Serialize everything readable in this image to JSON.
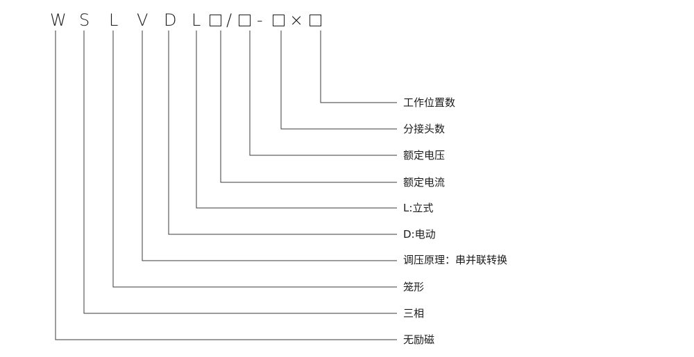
{
  "model_code": {
    "letters": [
      "W",
      "S",
      "L",
      "V",
      "D",
      "L"
    ],
    "separators": {
      "slash": "/",
      "dash": "-",
      "times": "×"
    }
  },
  "descriptions": [
    {
      "id": "working-positions",
      "label": "工作位置数"
    },
    {
      "id": "taps",
      "label": "分接头数"
    },
    {
      "id": "rated-voltage",
      "label": "额定电压"
    },
    {
      "id": "rated-current",
      "label": "额定电流"
    },
    {
      "id": "vertical",
      "label": "L:立式"
    },
    {
      "id": "electric",
      "label": "D:电动"
    },
    {
      "id": "regulation-principle",
      "label": "调压原理：串并联转换"
    },
    {
      "id": "cage",
      "label": "笼形"
    },
    {
      "id": "three-phase",
      "label": "三相"
    },
    {
      "id": "no-excitation",
      "label": "无励磁"
    }
  ],
  "colors": {
    "line": "#3a3a3a",
    "text": "#1a1a1a",
    "background": "#ffffff"
  }
}
